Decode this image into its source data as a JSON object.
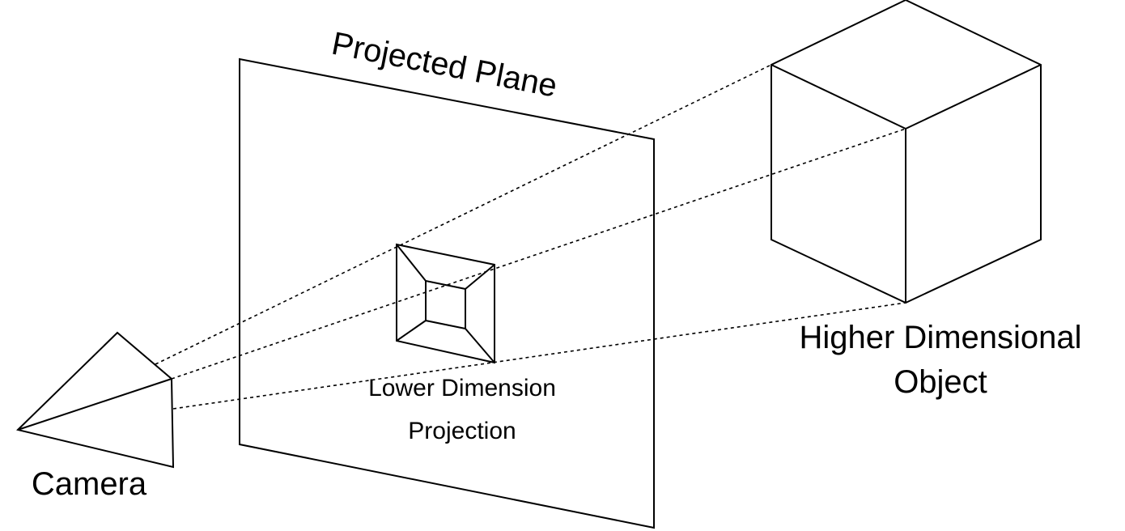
{
  "labels": {
    "plane": "Projected Plane",
    "projection_line1": "Lower Dimension",
    "projection_line2": "Projection",
    "object_line1": "Higher Dimensional",
    "object_line2": "Object",
    "camera": "Camera"
  },
  "colors": {
    "stroke": "#000000",
    "background": "#ffffff"
  }
}
